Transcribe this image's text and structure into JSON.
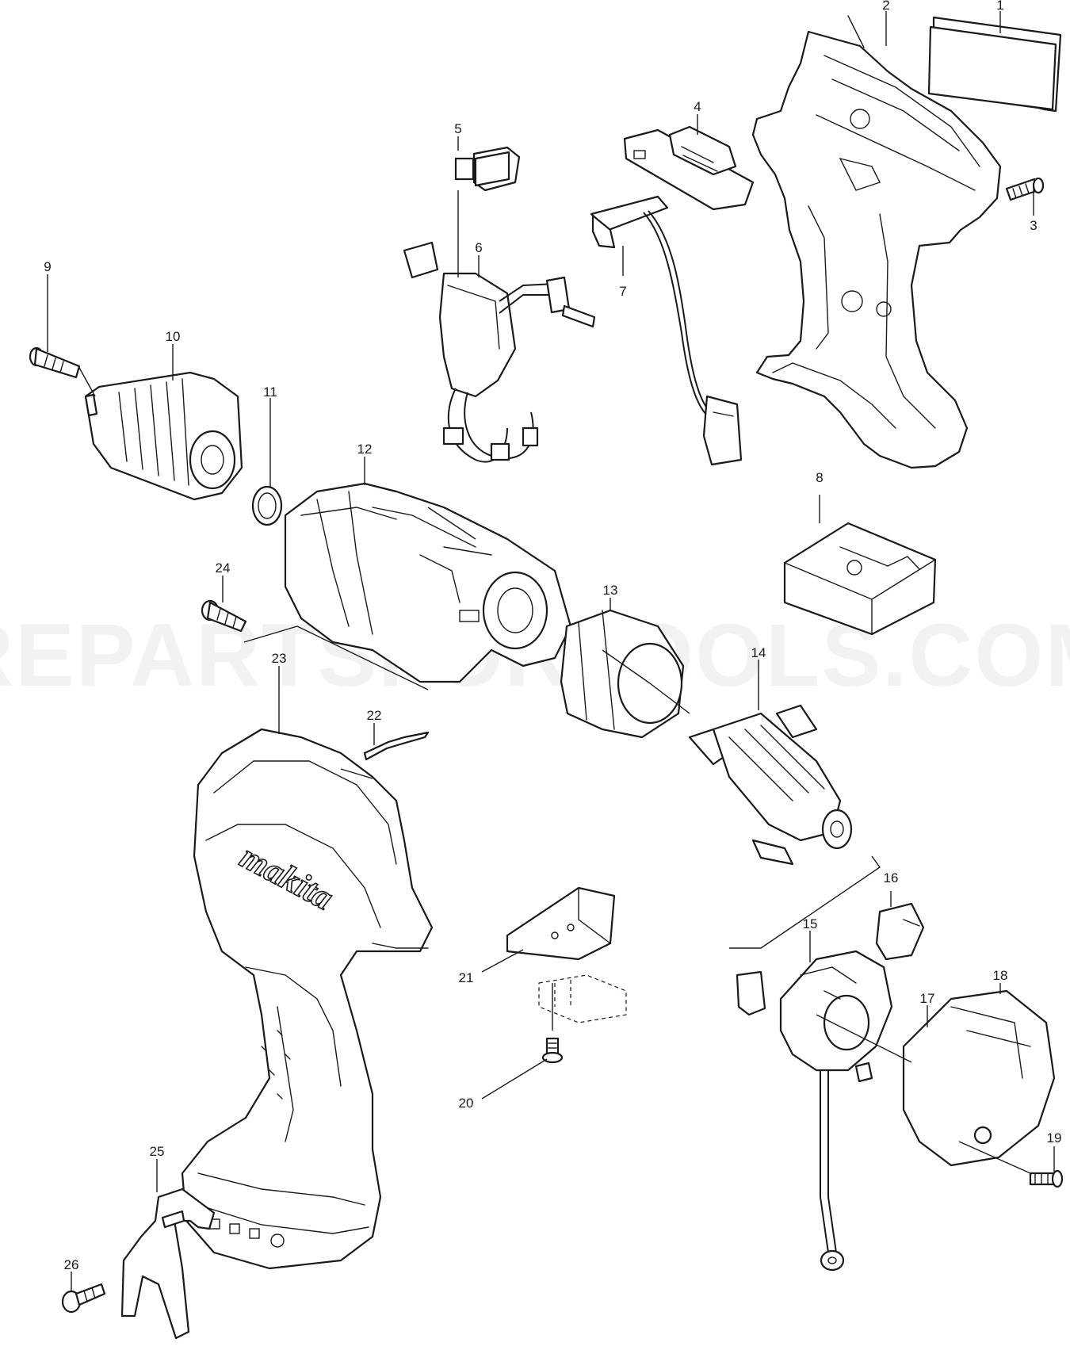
{
  "diagram": {
    "watermark": "REPARTSFORTOOLS.COM",
    "brand_text": "makita",
    "callouts": [
      {
        "id": "1",
        "label": "1"
      },
      {
        "id": "2",
        "label": "2"
      },
      {
        "id": "3",
        "label": "3"
      },
      {
        "id": "4",
        "label": "4"
      },
      {
        "id": "5",
        "label": "5"
      },
      {
        "id": "6",
        "label": "6"
      },
      {
        "id": "7",
        "label": "7"
      },
      {
        "id": "8",
        "label": "8"
      },
      {
        "id": "9",
        "label": "9"
      },
      {
        "id": "10",
        "label": "10"
      },
      {
        "id": "11",
        "label": "11"
      },
      {
        "id": "12",
        "label": "12"
      },
      {
        "id": "13",
        "label": "13"
      },
      {
        "id": "14",
        "label": "14"
      },
      {
        "id": "15",
        "label": "15"
      },
      {
        "id": "16",
        "label": "16"
      },
      {
        "id": "17",
        "label": "17"
      },
      {
        "id": "18",
        "label": "18"
      },
      {
        "id": "19",
        "label": "19"
      },
      {
        "id": "20",
        "label": "20"
      },
      {
        "id": "21",
        "label": "21"
      },
      {
        "id": "22",
        "label": "22"
      },
      {
        "id": "23",
        "label": "23"
      },
      {
        "id": "24",
        "label": "24"
      },
      {
        "id": "25",
        "label": "25"
      },
      {
        "id": "26",
        "label": "26"
      }
    ]
  }
}
